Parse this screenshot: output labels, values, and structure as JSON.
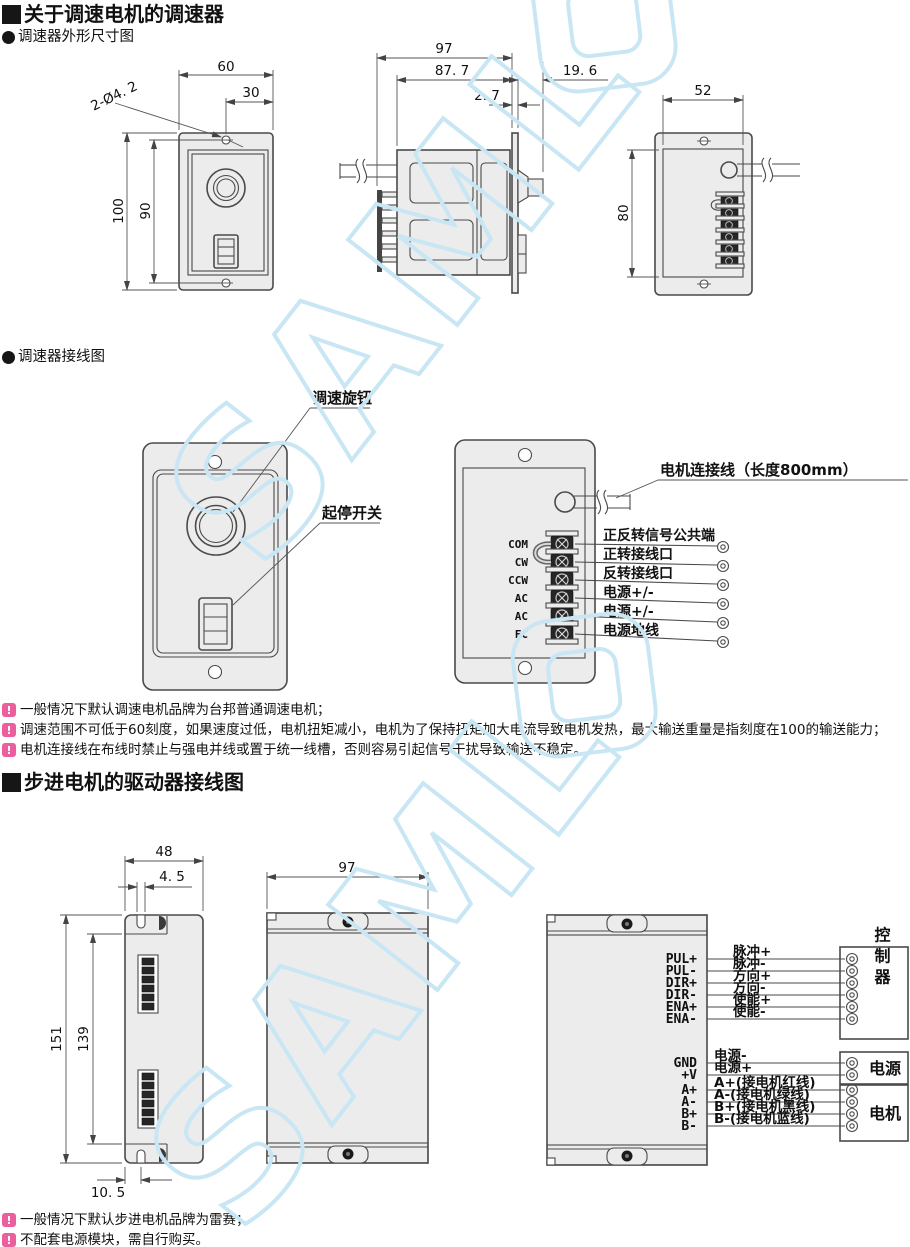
{
  "header": {
    "section1": "关于调速电机的调速器",
    "sub_outline": "调速器外形尺寸图",
    "sub_wiring": "调速器接线图",
    "section2": "步进电机的驱动器接线图"
  },
  "watermark": {
    "text": "SAML",
    "color": "#c9e6f4"
  },
  "outline": {
    "front": {
      "width": "60",
      "hole_offset": "30",
      "hole_note": "2-Ø4. 2",
      "height": "100",
      "inner_height": "90"
    },
    "side": {
      "total_depth": "97",
      "body_depth": "87. 7",
      "plate_thickness": "2. 7",
      "knob_depth": "19. 6"
    },
    "back": {
      "width": "52",
      "height": "80"
    }
  },
  "wiring": {
    "knob_label": "调速旋钮",
    "switch_label": "起停开关",
    "cable_label": "电机连接线（长度800mm）",
    "terminals": [
      "COM",
      "CW",
      "CCW",
      "AC",
      "AC",
      "FC"
    ],
    "descriptions": [
      "正反转信号公共端",
      "正转接线口",
      "反转接线口",
      "电源+/-",
      "电源+/-",
      "电源地线"
    ]
  },
  "notes_speed": [
    "一般情况下默认调速电机品牌为台邦普通调速电机；",
    "调速范围不可低于60刻度，如果速度过低，电机扭矩减小，电机为了保持扭矩加大电流导致电机发热，最大输送重量是指刻度在100的输送能力；",
    "电机连接线在布线时禁止与强电并线或置于统一线槽，否则容易引起信号干扰导致输送不稳定。"
  ],
  "driver": {
    "dims": {
      "width": "48",
      "slot_width": "4. 5",
      "height": "151",
      "inner_height": "139",
      "slot_offset": "10. 5",
      "front_width": "97"
    },
    "control_pins": [
      "PUL+",
      "PUL-",
      "DIR+",
      "DIR-",
      "ENA+",
      "ENA-"
    ],
    "control_wires": [
      "脉冲+",
      "脉冲-",
      "方向+",
      "方向-",
      "使能+",
      "使能-"
    ],
    "power_pins": [
      "GND",
      "+V",
      "A+",
      "A-",
      "B+",
      "B-"
    ],
    "power_wires": [
      "电源-",
      "电源+",
      "A+(接电机红线)",
      "A-(接电机绿线)",
      "B+(接电机黑线)",
      "B-(接电机蓝线)"
    ],
    "boxes": {
      "controller": "控制器",
      "power": "电源",
      "motor": "电机"
    }
  },
  "notes_stepper": [
    "一般情况下默认步进电机品牌为雷赛；",
    "不配套电源模块，需自行购买。"
  ]
}
